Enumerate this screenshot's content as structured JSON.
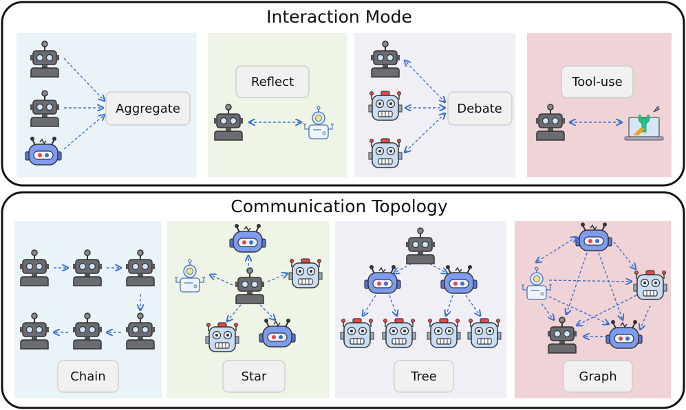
{
  "interaction_mode": {
    "title": "Interaction Mode",
    "panels": [
      {
        "label": "Aggregate",
        "bg": "#e9f3f8"
      },
      {
        "label": "Reflect",
        "bg": "#eef4e6"
      },
      {
        "label": "Debate",
        "bg": "#f1eff6"
      },
      {
        "label": "Tool-use",
        "bg": "#efd3d6"
      }
    ]
  },
  "communication_topology": {
    "title": "Communication Topology",
    "panels": [
      {
        "label": "Chain",
        "bg": "#e9f3f8"
      },
      {
        "label": "Star",
        "bg": "#eef4e6"
      },
      {
        "label": "Tree",
        "bg": "#f1eff6"
      },
      {
        "label": "Graph",
        "bg": "#efd3d6"
      }
    ]
  },
  "colors": {
    "arrow": "#3b6fd0",
    "gray_robot": "#6b6b72",
    "blue_robot": "#7d9cf0",
    "light_robot": "#c8dcf2",
    "red_accent": "#e04a4a"
  }
}
